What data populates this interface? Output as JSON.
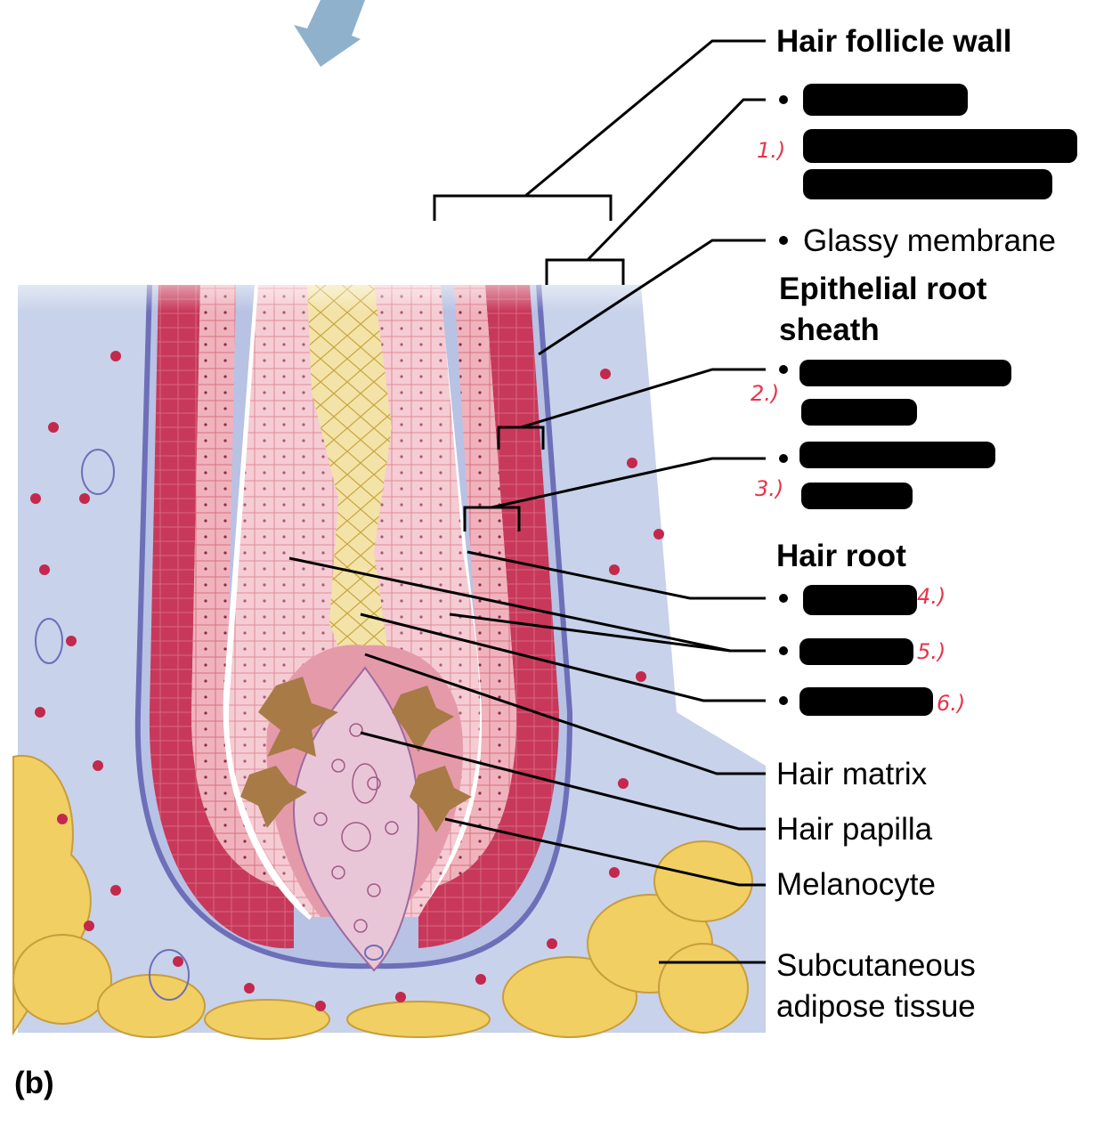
{
  "panel_label": "(b)",
  "labels": {
    "hair_follicle_wall": "Hair follicle wall",
    "glassy_membrane": "Glassy membrane",
    "epithelial_root_sheath_1": "Epithelial root",
    "epithelial_root_sheath_2": "sheath",
    "hair_root": "Hair root",
    "hair_matrix": "Hair matrix",
    "hair_papilla": "Hair papilla",
    "melanocyte": "Melanocyte",
    "subcutaneous_1": "Subcutaneous",
    "subcutaneous_2": "adipose tissue"
  },
  "handwritten_numbers": [
    "1.)",
    "2.)",
    "3.)",
    "4.)",
    "5.)",
    "6.)"
  ],
  "colors": {
    "dermis": "#c8d2ea",
    "sheath_red": "#c8385a",
    "inner_pink": "#f2c7cf",
    "medulla_yellow": "#f3e3a8",
    "adipose": "#f1cf63",
    "glassy_purple": "#6d6fb8",
    "papilla": "#e8c6d8",
    "melanocyte": "#a87a45",
    "arrow": "#8fb1cc",
    "handwriting": "#e8334a"
  }
}
